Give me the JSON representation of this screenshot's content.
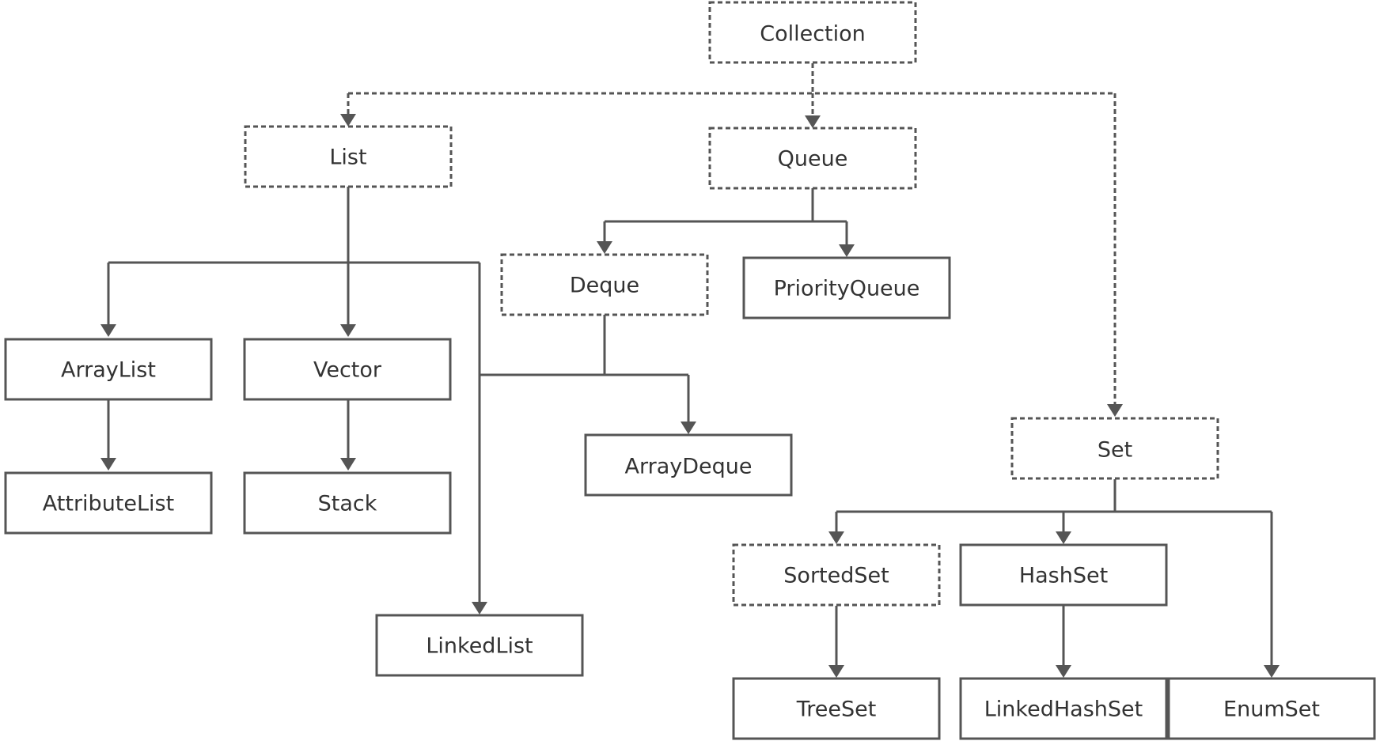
{
  "nodes": {
    "collection": {
      "label": "Collection",
      "kind": "interface"
    },
    "list": {
      "label": "List",
      "kind": "interface"
    },
    "queue": {
      "label": "Queue",
      "kind": "interface"
    },
    "deque": {
      "label": "Deque",
      "kind": "interface"
    },
    "set": {
      "label": "Set",
      "kind": "interface"
    },
    "sortedset": {
      "label": "SortedSet",
      "kind": "interface"
    },
    "priorityqueue": {
      "label": "PriorityQueue",
      "kind": "class"
    },
    "arraylist": {
      "label": "ArrayList",
      "kind": "class"
    },
    "vector": {
      "label": "Vector",
      "kind": "class"
    },
    "attributelist": {
      "label": "AttributeList",
      "kind": "class"
    },
    "stack": {
      "label": "Stack",
      "kind": "class"
    },
    "arraydeque": {
      "label": "ArrayDeque",
      "kind": "class"
    },
    "linkedlist": {
      "label": "LinkedList",
      "kind": "class"
    },
    "hashset": {
      "label": "HashSet",
      "kind": "class"
    },
    "treeset": {
      "label": "TreeSet",
      "kind": "class"
    },
    "linkedhashset": {
      "label": "LinkedHashSet",
      "kind": "class"
    },
    "enumset": {
      "label": "EnumSet",
      "kind": "class"
    }
  },
  "edges": [
    {
      "from": "collection",
      "to": "list",
      "style": "dashed"
    },
    {
      "from": "collection",
      "to": "queue",
      "style": "dashed"
    },
    {
      "from": "collection",
      "to": "set",
      "style": "dashed"
    },
    {
      "from": "list",
      "to": "arraylist",
      "style": "solid"
    },
    {
      "from": "list",
      "to": "vector",
      "style": "solid"
    },
    {
      "from": "list",
      "to": "linkedlist",
      "style": "solid"
    },
    {
      "from": "queue",
      "to": "deque",
      "style": "solid"
    },
    {
      "from": "queue",
      "to": "priorityqueue",
      "style": "solid"
    },
    {
      "from": "deque",
      "to": "arraydeque",
      "style": "solid"
    },
    {
      "from": "deque",
      "to": "linkedlist",
      "style": "solid"
    },
    {
      "from": "arraylist",
      "to": "attributelist",
      "style": "solid"
    },
    {
      "from": "vector",
      "to": "stack",
      "style": "solid"
    },
    {
      "from": "set",
      "to": "sortedset",
      "style": "solid"
    },
    {
      "from": "set",
      "to": "hashset",
      "style": "solid"
    },
    {
      "from": "set",
      "to": "enumset",
      "style": "solid"
    },
    {
      "from": "sortedset",
      "to": "treeset",
      "style": "solid"
    },
    {
      "from": "hashset",
      "to": "linkedhashset",
      "style": "solid"
    }
  ],
  "colors": {
    "stroke": "#555555",
    "text": "#333333",
    "background": "#ffffff"
  }
}
